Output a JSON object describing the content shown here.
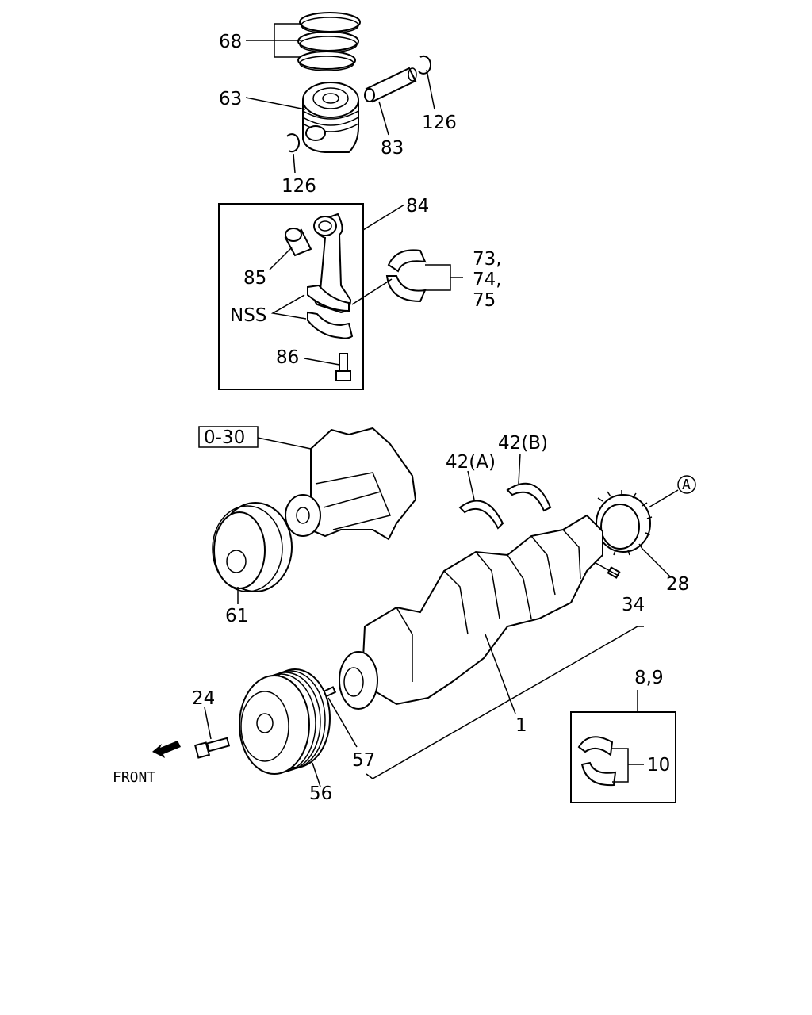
{
  "labels": {
    "rings": "68",
    "piston": "63",
    "pin": "83",
    "clip_right": "126",
    "clip_left": "126",
    "conrod_assy": "84",
    "bushing": "85",
    "bearing_a": "73,",
    "bearing_b": "74,",
    "bearing_c": "75",
    "nss": "NSS",
    "bolt_rod": "86",
    "ref_page": "0-30",
    "thrust_b": "42(B)",
    "thrust_a": "42(A)",
    "circle_ref": "A",
    "gear": "28",
    "pulley_pump": "61",
    "dowel": "34",
    "crankshaft": "1",
    "main_bearing_set": "8,9",
    "main_bearing": "10",
    "bolt": "24",
    "crank_pulley": "56",
    "key": "57",
    "front": "FRONT"
  }
}
